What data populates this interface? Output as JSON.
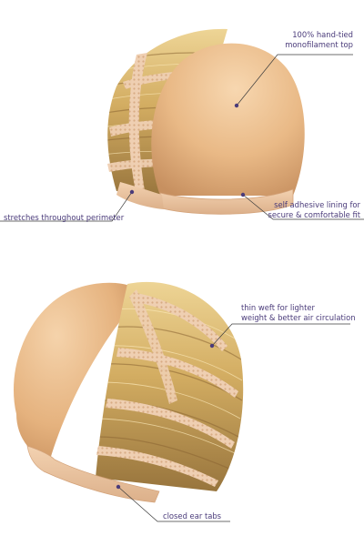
{
  "colors": {
    "cap_top": "#f4caa0",
    "cap_mid": "#e5b27e",
    "cap_shadow": "#c38a58",
    "lining": "#efc9a4",
    "lining_edge": "#dcb08a",
    "weft_light": "#e8cc8a",
    "weft_mid": "#d3ad62",
    "weft_dark": "#93703a",
    "lace": "#efcfb2",
    "lace_dot": "#d8ab84",
    "callout_text": "#4a3b7a",
    "leader_line": "#3d3d3d",
    "dot": "#4a3b7a"
  },
  "top_image": {
    "callouts": {
      "monofilament": [
        "100% hand-tied",
        "monofilament top"
      ],
      "perimeter": [
        "stretches throughout perimeter"
      ],
      "lining": [
        "self adhesive lining for",
        "secure & comfortable fit"
      ]
    }
  },
  "bottom_image": {
    "callouts": {
      "weft": [
        "thin weft for lighter",
        "weight & better air circulation"
      ],
      "ear_tabs": [
        "closed ear tabs"
      ]
    }
  }
}
